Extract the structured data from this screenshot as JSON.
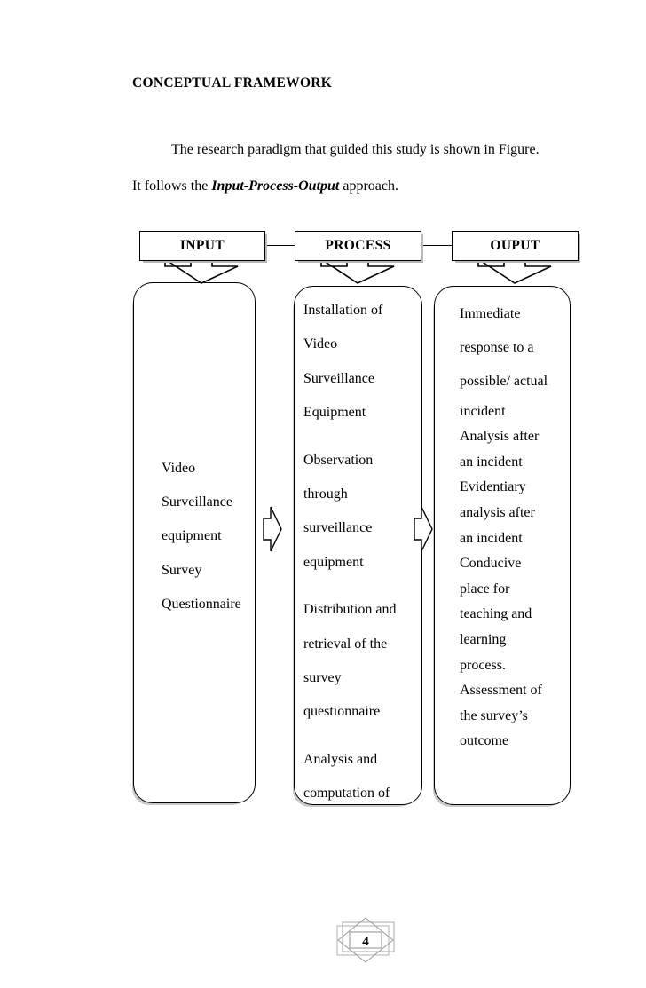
{
  "document": {
    "heading": "CONCEPTUAL FRAMEWORK",
    "intro_line_1": "The research paradigm that guided this study is shown in Figure.",
    "intro_line_2_prefix": "It follows the ",
    "intro_line_2_term": "Input-Process-Output",
    "intro_line_2_suffix": " approach.",
    "page_number": "4"
  },
  "diagram": {
    "headers": {
      "input": "INPUT",
      "process": "PROCESS",
      "output": "OUPUT"
    },
    "columns": {
      "input": {
        "lines": [
          "Video",
          "Surveillance",
          "equipment",
          "Survey",
          "Questionnaire"
        ]
      },
      "process": {
        "group_1": [
          "Installation of",
          "Video",
          "Surveillance",
          "Equipment"
        ],
        "group_2": [
          "Observation",
          "through",
          "surveillance",
          "equipment"
        ],
        "group_3": [
          "Distribution and",
          "retrieval of the",
          "survey",
          "questionnaire"
        ],
        "group_4": [
          "Analysis and",
          "computation of"
        ]
      },
      "output": {
        "loose_lines": [
          "Immediate",
          "response to a",
          "possible/ actual"
        ],
        "tight_lines": [
          "incident",
          "Analysis after",
          "an incident",
          "Evidentiary",
          "analysis after",
          "an incident",
          "Conducive",
          "place for",
          "teaching and",
          "learning",
          "process.",
          "Assessment of",
          "the survey’s",
          "outcome"
        ]
      }
    }
  },
  "colors": {
    "text": "#000000",
    "border": "#000000",
    "shadow": "#c9c9c9",
    "ornament": "#9a9a9a"
  }
}
